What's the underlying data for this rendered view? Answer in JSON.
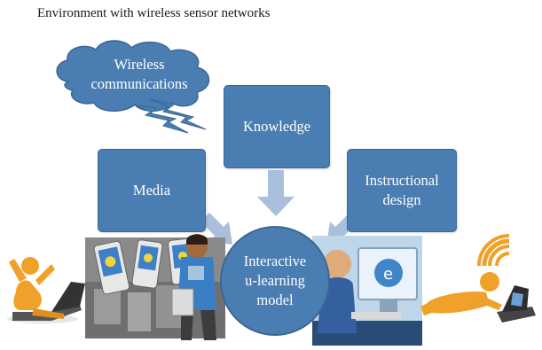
{
  "title": "Environment with wireless sensor networks",
  "cloud": {
    "line1": "Wireless",
    "line2": "communications"
  },
  "boxes": {
    "media": "Media",
    "knowledge": "Knowledge",
    "design_line1": "Instructional",
    "design_line2": "design"
  },
  "center": {
    "line1": "Interactive",
    "line2": "u-learning",
    "line3": "model"
  },
  "icons": {
    "cloud": "cloud-icon",
    "lightning": "lightning-icon",
    "left_figure": "person-laptop-icon",
    "right_figure": "person-wifi-laptop-icon",
    "phones_photo": "mobile-devices-photo",
    "student": "student-icon",
    "computer_user": "computer-user-icon"
  },
  "colors": {
    "box_fill": "#4a7db1",
    "arrow_fill": "#a9bfdc",
    "figure_orange": "#f0a12a"
  }
}
